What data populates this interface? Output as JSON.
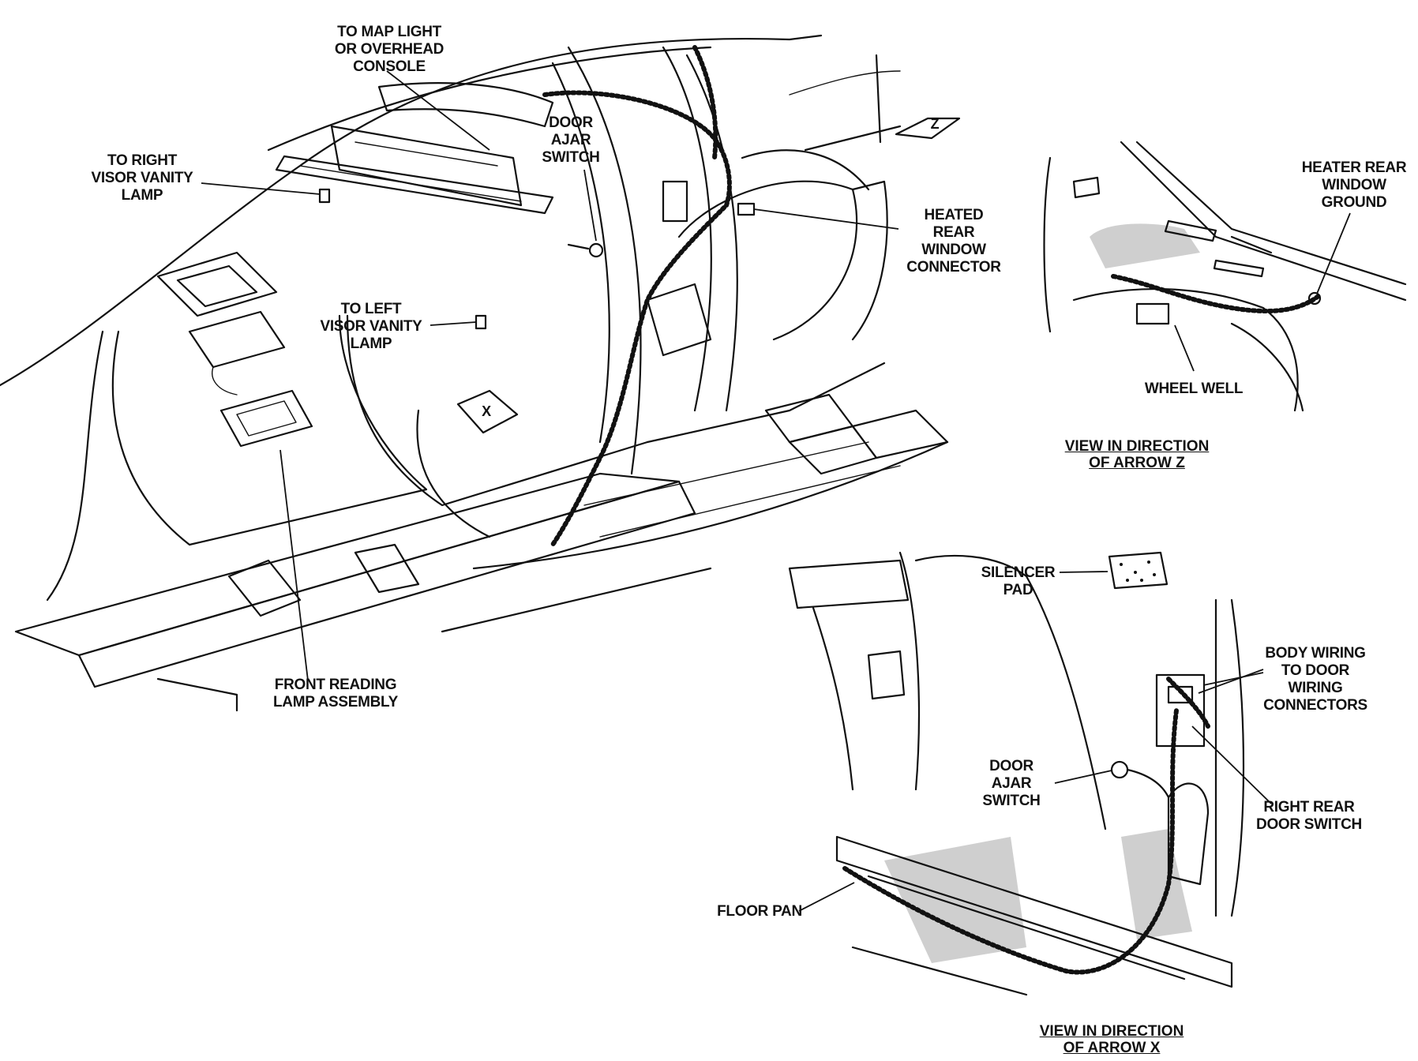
{
  "labels": {
    "map_light": "TO MAP LIGHT\nOR OVERHEAD\nCONSOLE",
    "right_visor": "TO RIGHT\nVISOR VANITY\nLAMP",
    "door_ajar_top": "DOOR\nAJAR\nSWITCH",
    "heated_rear_window_connector": "HEATED\nREAR\nWINDOW\nCONNECTOR",
    "left_visor": "TO LEFT\nVISOR VANITY\nLAMP",
    "front_reading_lamp": "FRONT READING\nLAMP ASSEMBLY",
    "heater_rear_window_ground": "HEATER REAR\nWINDOW\nGROUND",
    "wheel_well": "WHEEL WELL",
    "silencer_pad": "SILENCER\nPAD",
    "body_wiring": "BODY WIRING\nTO DOOR\nWIRING\nCONNECTORS",
    "door_ajar_bottom": "DOOR\nAJAR\nSWITCH",
    "right_rear_door_switch": "RIGHT REAR\nDOOR SWITCH",
    "floor_pan": "FLOOR PAN"
  },
  "captions": {
    "view_z": "VIEW IN DIRECTION\nOF ARROW Z",
    "view_x": "VIEW IN DIRECTION\nOF ARROW X"
  },
  "arrows": {
    "x": "X",
    "z": "Z"
  }
}
